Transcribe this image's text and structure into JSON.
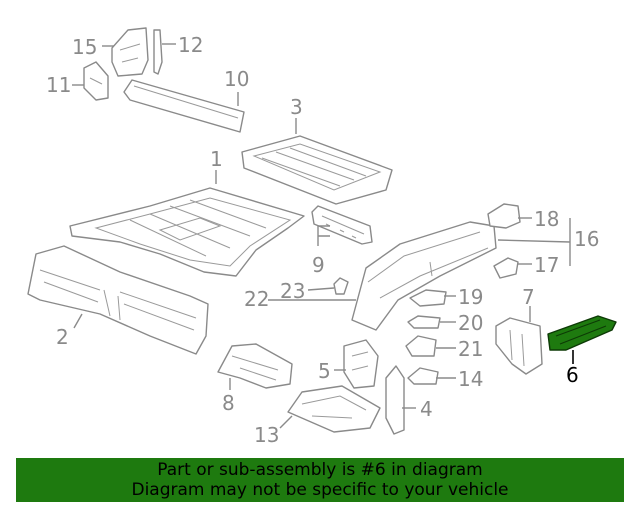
{
  "diagram": {
    "highlight_color": "#1e7a0f",
    "highlighted_part": "6",
    "labels": {
      "p1": "1",
      "p2": "2",
      "p3": "3",
      "p4": "4",
      "p5": "5",
      "p6": "6",
      "p7": "7",
      "p8": "8",
      "p9": "9",
      "p10": "10",
      "p11": "11",
      "p12": "12",
      "p13": "13",
      "p14": "14",
      "p15": "15",
      "p16": "16",
      "p17": "17",
      "p18": "18",
      "p19": "19",
      "p20": "20",
      "p21": "21",
      "p22": "22",
      "p23": "23"
    }
  },
  "banner": {
    "line1": "Part or sub-assembly is #6 in diagram",
    "line2": "Diagram may not be specific to your vehicle",
    "color": "#1e7a0f"
  }
}
